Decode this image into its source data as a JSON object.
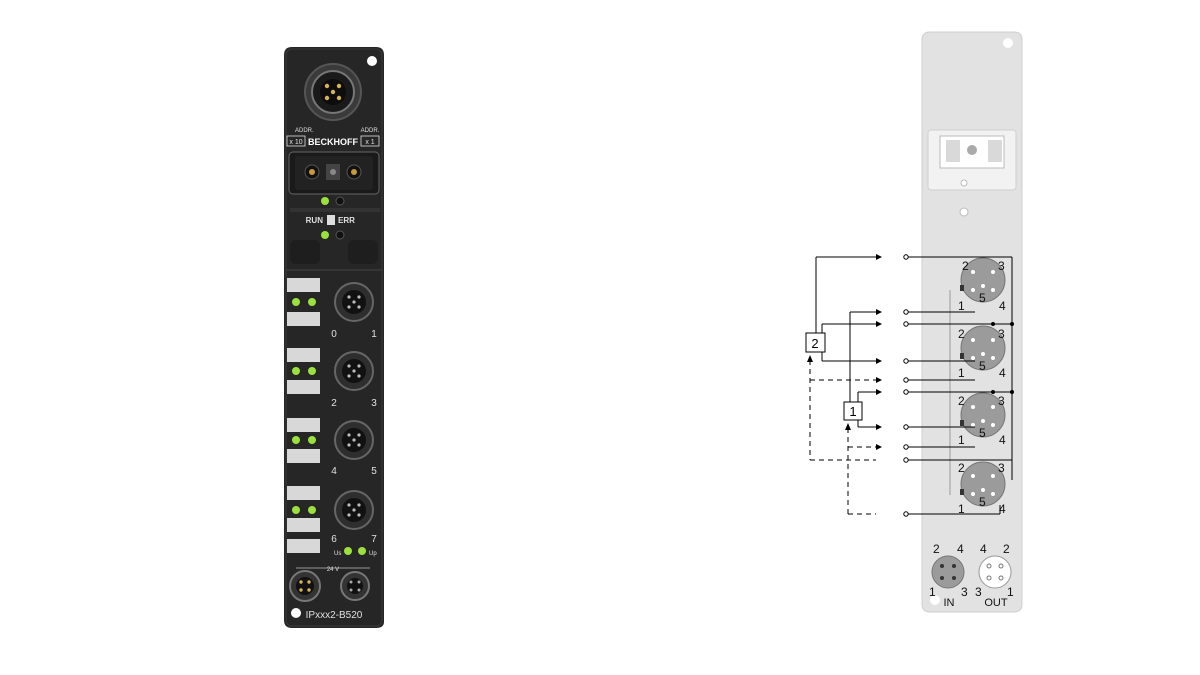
{
  "device": {
    "brand": "BECKHOFF",
    "model": "IPxxx2-B520",
    "addr_left_label": "ADDR.",
    "addr_left_value": "x 10",
    "addr_right_label": "ADDR.",
    "addr_right_value": "x 1",
    "status_run": "RUN",
    "status_err": "ERR",
    "channel_labels": [
      "0",
      "1",
      "2",
      "3",
      "4",
      "5",
      "6",
      "7"
    ],
    "power_us_label": "Us",
    "power_up_label": "Up",
    "power_voltage": "24 V",
    "led_color": "#9be03c"
  },
  "schematic": {
    "connectors": [
      {
        "pins": [
          "2",
          "3",
          "5",
          "1",
          "4"
        ]
      },
      {
        "pins": [
          "2",
          "3",
          "5",
          "1",
          "4"
        ]
      },
      {
        "pins": [
          "2",
          "3",
          "5",
          "1",
          "4"
        ]
      },
      {
        "pins": [
          "2",
          "3",
          "5",
          "1",
          "4"
        ]
      }
    ],
    "box_labels": [
      "2",
      "1"
    ],
    "in_label": "IN",
    "out_label": "OUT",
    "in_pins": [
      "2",
      "4",
      "1",
      "3"
    ],
    "out_pins": [
      "4",
      "2",
      "3",
      "1"
    ]
  }
}
